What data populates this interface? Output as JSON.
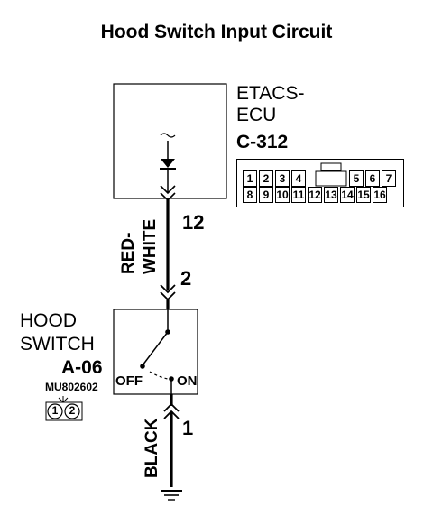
{
  "title": "Hood Switch Input Circuit",
  "ecu": {
    "name_line1": "ETACS-",
    "name_line2": "ECU",
    "connector": "C-312",
    "pin": "12"
  },
  "connector_pins": {
    "row1": [
      "1",
      "2",
      "3",
      "4",
      "",
      "5",
      "6",
      "7"
    ],
    "row2": [
      "8",
      "9",
      "10",
      "11",
      "12",
      "13",
      "14",
      "15",
      "16"
    ]
  },
  "wire_upper": {
    "line1": "RED-",
    "line2": "WHITE"
  },
  "switch": {
    "name_line1": "HOOD",
    "name_line2": "SWITCH",
    "connector": "A-06",
    "part_no": "MU802602",
    "pin_top": "2",
    "pin_bottom": "1",
    "pos_off": "OFF",
    "pos_on": "ON",
    "conn_pins": [
      "1",
      "2"
    ]
  },
  "wire_lower": "BLACK"
}
